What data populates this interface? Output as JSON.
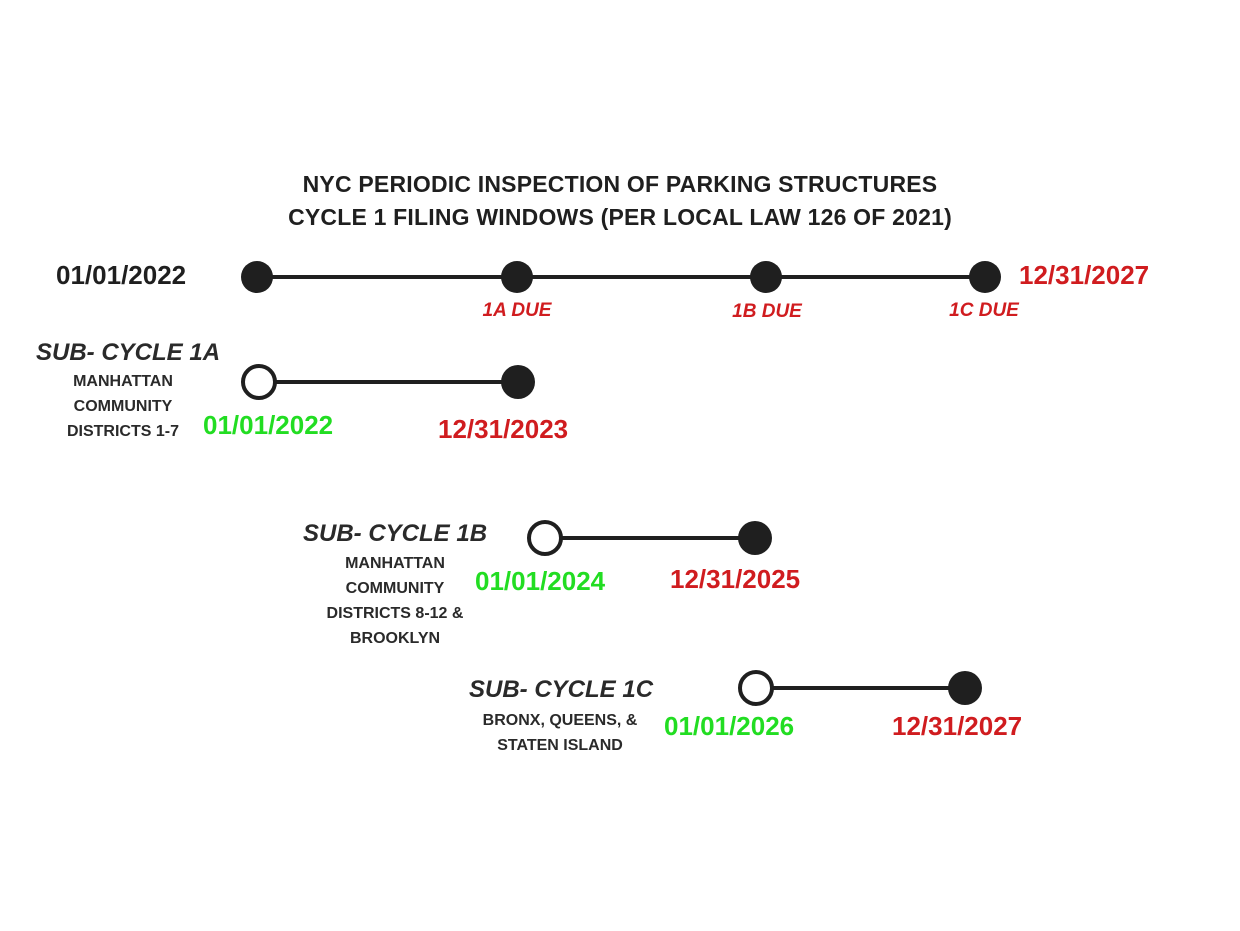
{
  "title": {
    "line1": "NYC PERIODIC INSPECTION OF PARKING STRUCTURES",
    "line2": "CYCLE 1 FILING WINDOWS (PER LOCAL LAW 126 OF 2021)"
  },
  "main_timeline": {
    "start_date": "01/01/2022",
    "end_date": "12/31/2027",
    "milestones": [
      "1A DUE",
      "1B DUE",
      "1C DUE"
    ]
  },
  "sub_cycles": [
    {
      "title": "SUB- CYCLE 1A",
      "description": "MANHATTAN\nCOMMUNITY\nDISTRICTS 1-7",
      "start": "01/01/2022",
      "end": "12/31/2023"
    },
    {
      "title": "SUB- CYCLE 1B",
      "description": "MANHATTAN\nCOMMUNITY\nDISTRICTS 8-12 &\nBROOKLYN",
      "start": "01/01/2024",
      "end": "12/31/2025"
    },
    {
      "title": "SUB- CYCLE 1C",
      "description": "BRONX, QUEENS, &\nSTATEN ISLAND",
      "start": "01/01/2026",
      "end": "12/31/2027"
    }
  ],
  "colors": {
    "start_date": "#22dd22",
    "end_date": "#d01c1f",
    "line": "#1f1f1f"
  }
}
